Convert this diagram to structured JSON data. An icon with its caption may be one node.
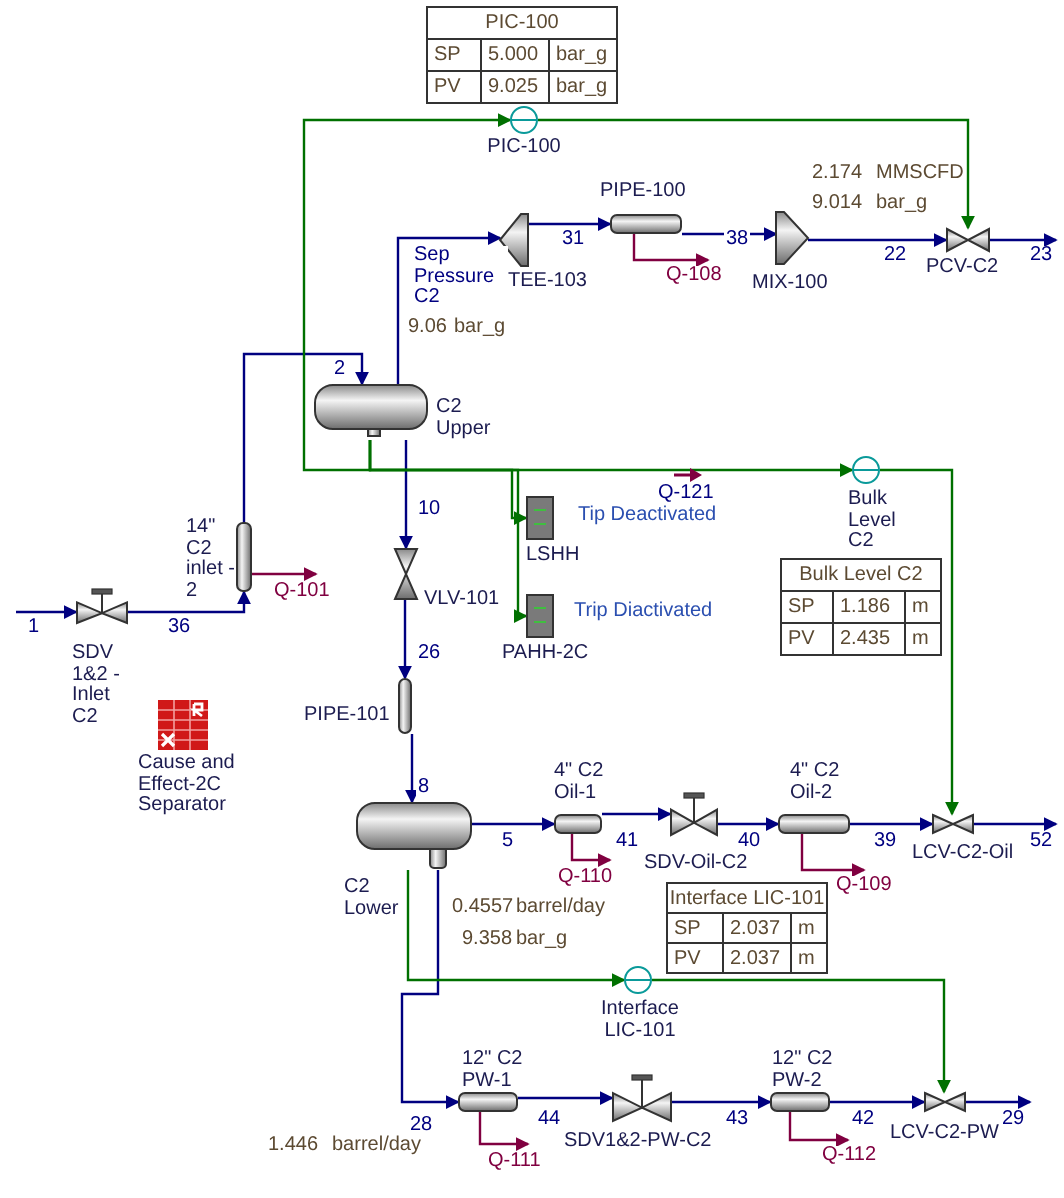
{
  "diagram": {
    "nodes": [
      {
        "text": [
          "PIC-100"
        ]
      },
      {
        "text": [
          "TEE-103"
        ]
      },
      {
        "text": [
          "PIPE-100"
        ]
      },
      {
        "text": [
          "MIX-100"
        ]
      },
      {
        "text": [
          "PCV-C2"
        ]
      },
      {
        "text": [
          "C2 Upper"
        ]
      },
      {
        "text": [
          "14\" C2 inlet - 2"
        ]
      },
      {
        "text": [
          "SDV 1&2 -Inlet C2"
        ]
      },
      {
        "text": [
          "VLV-101"
        ]
      },
      {
        "text": [
          "LSHH"
        ],
        "beside": [
          "Tip Deactivated"
        ]
      },
      {
        "text": [
          "PAHH-2C"
        ],
        "beside": [
          "Trip Diactivated"
        ]
      },
      {
        "text": [
          "Bulk Level C2"
        ]
      },
      {
        "text": [
          "PIPE-101"
        ]
      },
      {
        "text": [
          "Cause and Effect-2C Separator"
        ]
      },
      {
        "text": [
          "C2 Lower"
        ]
      },
      {
        "text": [
          "4\" C2 Oil-1"
        ]
      },
      {
        "text": [
          "SDV-Oil-C2"
        ]
      },
      {
        "text": [
          "4\" C2 Oil-2"
        ]
      },
      {
        "text": [
          "LCV-C2-Oil"
        ]
      },
      {
        "text": [
          "Interface LIC-101"
        ]
      },
      {
        "text": [
          "12\" C2 PW-1"
        ]
      },
      {
        "text": [
          "SDV1&2-PW-C2"
        ]
      },
      {
        "text": [
          "12\" C2 PW-2"
        ]
      },
      {
        "text": [
          "LCV-C2-PW"
        ]
      }
    ],
    "edges": [
      {
        "from": null,
        "to": 7,
        "arrow": "to",
        "label": "1"
      },
      {
        "from": 7,
        "to": 6,
        "arrow": "to",
        "label": "36"
      },
      {
        "from": 6,
        "to": 5,
        "arrow": "to",
        "label": "2"
      },
      {
        "from": 5,
        "to": 1,
        "arrow": "to",
        "label": "Sep Pressure C2"
      },
      {
        "from": 1,
        "to": 2,
        "arrow": "to",
        "label": "31"
      },
      {
        "from": 2,
        "to": 3,
        "arrow": "to",
        "label": "38"
      },
      {
        "from": 3,
        "to": 4,
        "arrow": "to",
        "label": "22"
      },
      {
        "from": 4,
        "to": null,
        "arrow": "to",
        "label": "23"
      },
      {
        "from": 5,
        "to": 8,
        "arrow": "to",
        "label": "10"
      },
      {
        "from": 8,
        "to": 12,
        "arrow": "to",
        "label": "26"
      },
      {
        "from": 12,
        "to": 14,
        "arrow": "to",
        "label": "8"
      },
      {
        "from": 14,
        "to": 15,
        "arrow": "to",
        "label": "5"
      },
      {
        "from": 15,
        "to": 16,
        "arrow": "to",
        "label": "41"
      },
      {
        "from": 16,
        "to": 17,
        "arrow": "to",
        "label": "40"
      },
      {
        "from": 17,
        "to": 18,
        "arrow": "to",
        "label": "39"
      },
      {
        "from": 18,
        "to": null,
        "arrow": "to",
        "label": "52"
      },
      {
        "from": 14,
        "to": 20,
        "arrow": "to",
        "label": "28"
      },
      {
        "from": 20,
        "to": 21,
        "arrow": "to",
        "label": "44"
      },
      {
        "from": 21,
        "to": 22,
        "arrow": "to",
        "label": "43"
      },
      {
        "from": 22,
        "to": 23,
        "arrow": "to",
        "label": "42"
      },
      {
        "from": 23,
        "to": null,
        "arrow": "to",
        "label": "29"
      },
      {
        "from": 6,
        "to": null,
        "arrow": "to",
        "label": "Q-101",
        "color": "#800040"
      },
      {
        "from": 2,
        "to": null,
        "arrow": "to",
        "label": "Q-108",
        "color": "#800040"
      },
      {
        "from": 15,
        "to": null,
        "arrow": "to",
        "label": "Q-110",
        "color": "#800040"
      },
      {
        "from": 17,
        "to": null,
        "arrow": "to",
        "label": "Q-109",
        "color": "#800040"
      },
      {
        "from": 20,
        "to": null,
        "arrow": "to",
        "label": "Q-111",
        "color": "#800040"
      },
      {
        "from": 22,
        "to": null,
        "arrow": "to",
        "label": "Q-112",
        "color": "#800040"
      },
      {
        "from": 5,
        "to": 0,
        "arrow": "to",
        "color": "#007000"
      },
      {
        "from": 5,
        "to": 11,
        "arrow": "to",
        "color": "#007000"
      },
      {
        "from": 5,
        "to": 9,
        "arrow": "to",
        "color": "#007000"
      },
      {
        "from": 5,
        "to": 10,
        "arrow": "to",
        "color": "#007000"
      },
      {
        "from": 11,
        "to": 18,
        "arrow": "to",
        "color": "#007000"
      },
      {
        "from": 0,
        "to": 4,
        "arrow": "to",
        "color": "#007000"
      },
      {
        "from": 14,
        "to": 19,
        "arrow": "to",
        "color": "#007000"
      },
      {
        "from": 19,
        "to": 23,
        "arrow": "to",
        "color": "#007000"
      }
    ],
    "labels": [
      "PIC-100",
      "SP",
      "5.000",
      "bar_g",
      "PV",
      "9.025",
      "bar_g",
      "2.174",
      "MMSCFD",
      "9.014",
      "bar_g",
      "9.06",
      "bar_g",
      "Q-121",
      "Bulk Level C2",
      "SP",
      "1.186",
      "m",
      "PV",
      "2.435",
      "m",
      "0.4557",
      "barrel/day",
      "9.358",
      "bar_g",
      "Interface LIC-101",
      "SP",
      "2.037",
      "m",
      "PV",
      "2.037",
      "m",
      "1.446",
      "barrel/day"
    ]
  }
}
